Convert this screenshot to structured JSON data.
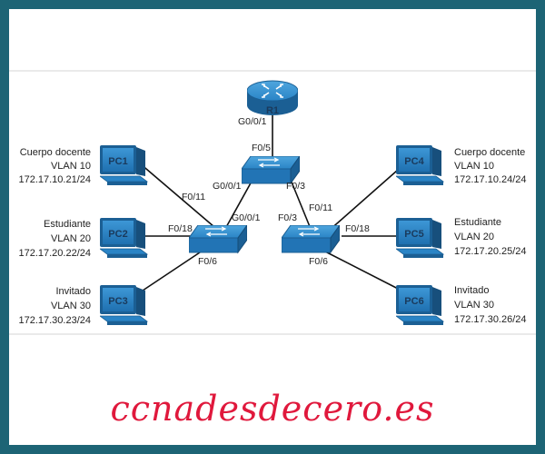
{
  "router": {
    "name": "R1",
    "port": "G0/0/1"
  },
  "switches": {
    "s1": {
      "port_top": "F0/5",
      "port_left": "G0/0/1",
      "port_right": "F0/3"
    },
    "s2": {
      "port_up": "G0/0/1",
      "port_pc1": "F0/11",
      "port_pc2": "F0/18",
      "port_pc3": "F0/6"
    },
    "s3": {
      "port_up": "F0/3",
      "port_pc4": "F0/11",
      "port_pc5": "F0/18",
      "port_pc6": "F0/6"
    }
  },
  "pcs": [
    {
      "name": "PC1",
      "role": "Cuerpo docente",
      "vlan": "VLAN 10",
      "ip": "172.17.10.21/24"
    },
    {
      "name": "PC2",
      "role": "Estudiante",
      "vlan": "VLAN 20",
      "ip": "172.17.20.22/24"
    },
    {
      "name": "PC3",
      "role": "Invitado",
      "vlan": "VLAN 30",
      "ip": "172.17.30.23/24"
    },
    {
      "name": "PC4",
      "role": "Cuerpo docente",
      "vlan": "VLAN 10",
      "ip": "172.17.10.24/24"
    },
    {
      "name": "PC5",
      "role": "Estudiante",
      "vlan": "VLAN 20",
      "ip": "172.17.20.25/24"
    },
    {
      "name": "PC6",
      "role": "Invitado",
      "vlan": "VLAN 30",
      "ip": "172.17.30.26/24"
    }
  ],
  "watermark": "ccnadesdecero.es",
  "colors": {
    "frame": "#1d6475",
    "device": "#2a84c6",
    "device_dark": "#1b5f94",
    "watermark": "#e0183c"
  }
}
